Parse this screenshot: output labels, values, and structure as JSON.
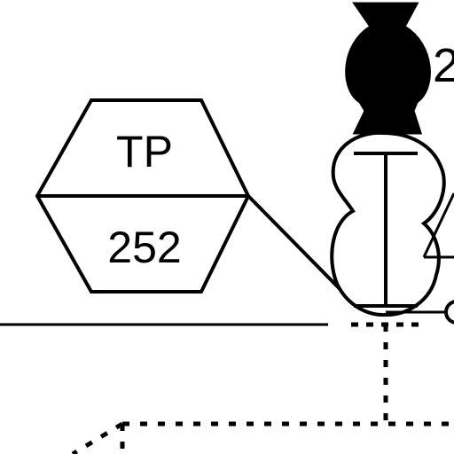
{
  "tag": {
    "top_text": "TP",
    "bottom_text": "252"
  },
  "partial_label": "2",
  "colors": {
    "line": "#000000",
    "background": "#ffffff"
  }
}
